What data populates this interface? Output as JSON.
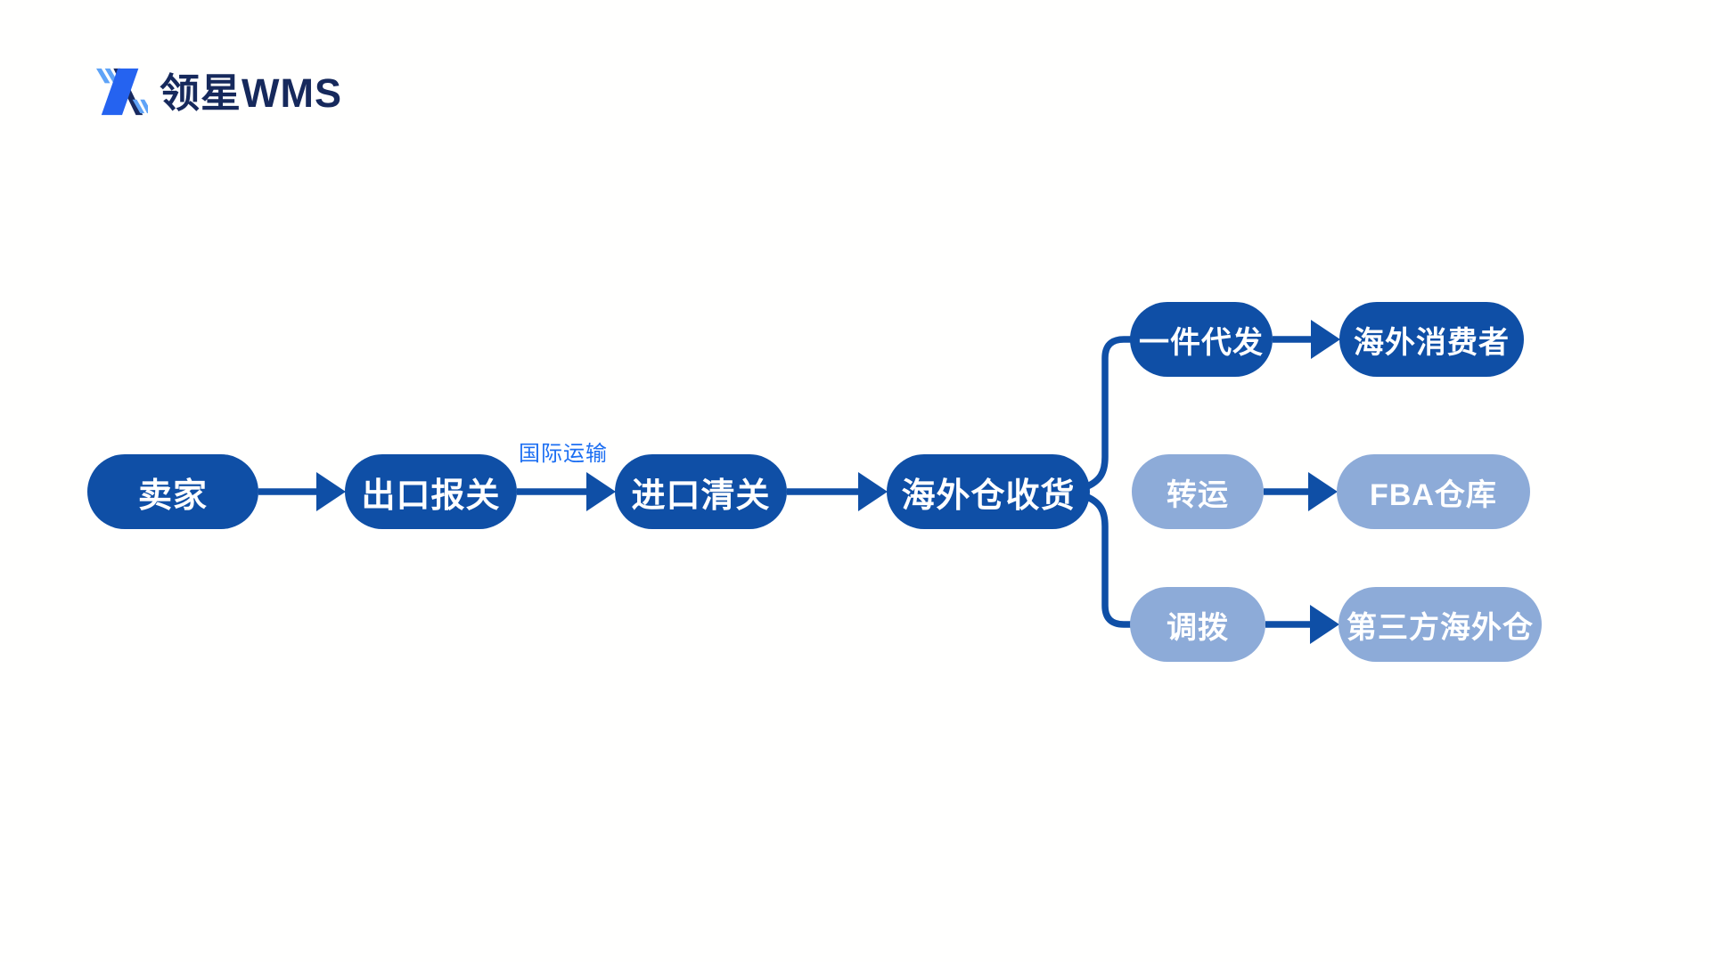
{
  "logo": {
    "brand": "领星WMS",
    "icon": "lingxing-x-icon"
  },
  "colors": {
    "node_dark_blue": "#0f4fa6",
    "node_light_blue": "#8dabd8",
    "connector_blue": "#0f4fa6",
    "transport_label_blue": "#1d6ff2",
    "logo_navy": "#16295c",
    "logo_bright_blue": "#2563f0",
    "logo_light_blue": "#5ea3f7",
    "background": "#ffffff"
  },
  "flow": {
    "main": [
      {
        "label": "卖家"
      },
      {
        "label": "出口报关"
      },
      {
        "label": "进口清关"
      },
      {
        "label": "海外仓收货"
      }
    ],
    "transport_label": "国际运输",
    "branches": [
      {
        "method": "一件代发",
        "destination": "海外消费者",
        "style": "dark"
      },
      {
        "method": "转运",
        "destination": "FBA仓库",
        "style": "light"
      },
      {
        "method": "调拨",
        "destination": "第三方海外仓",
        "style": "light"
      }
    ]
  }
}
